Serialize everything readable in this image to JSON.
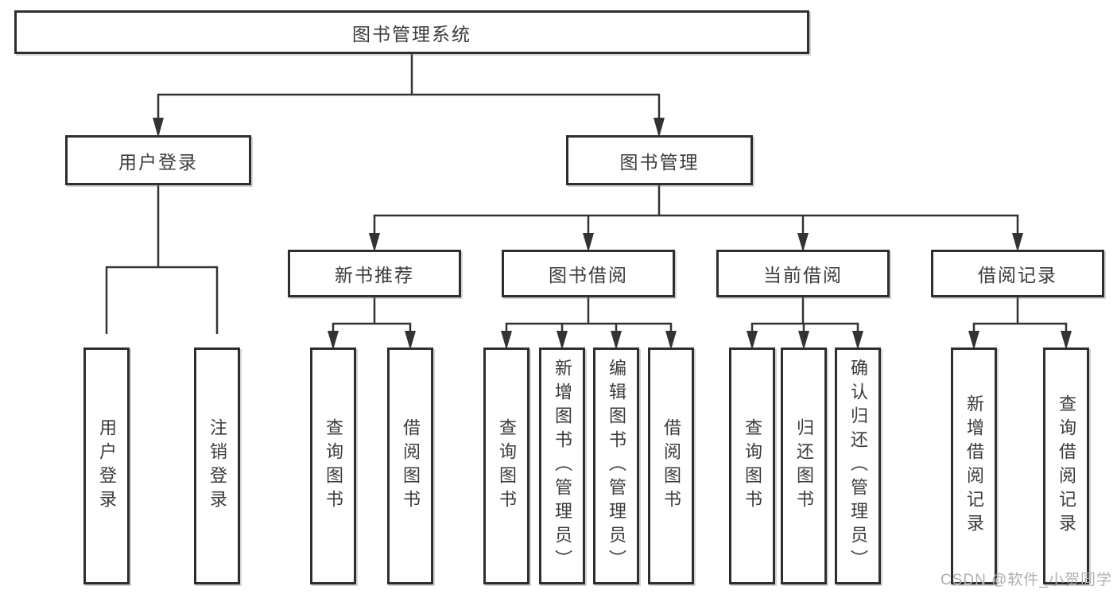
{
  "colors": {
    "line": "#333333",
    "box_border": "#2e2e2e",
    "text": "#3b3b3b",
    "background": "#ffffff",
    "watermark": "#b3aeb0"
  },
  "diagram": {
    "root": "图书管理系统",
    "level2": [
      "用户登录",
      "图书管理"
    ],
    "level3": [
      "新书推荐",
      "图书借阅",
      "当前借阅",
      "借阅记录"
    ],
    "leaves": {
      "login": [
        "用户登录",
        "注销登录"
      ],
      "recommend": [
        "查询图书",
        "借阅图书"
      ],
      "borrow": [
        "查询图书",
        "新增图书（管理员）",
        "编辑图书（管理员）",
        "借阅图书"
      ],
      "current": [
        "查询图书",
        "归还图书",
        "确认归还（管理员）"
      ],
      "records": [
        "新增借阅记录",
        "查询借阅记录"
      ]
    }
  },
  "watermark": {
    "text": "CSDN @软件_小贺同学"
  }
}
